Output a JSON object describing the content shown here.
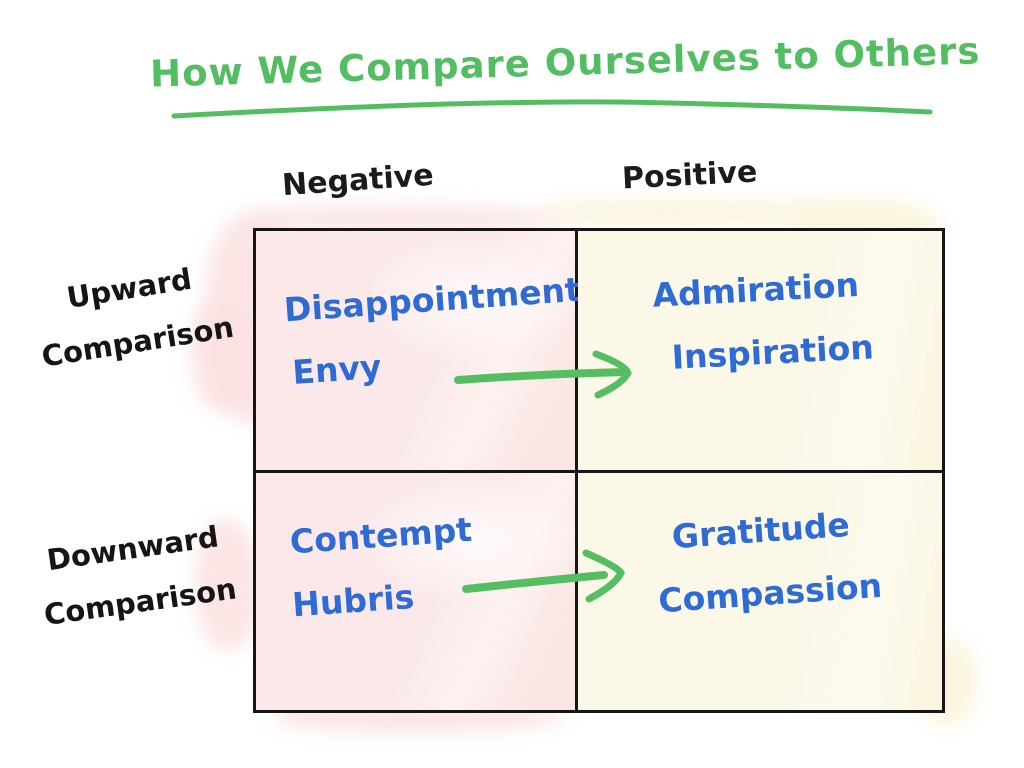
{
  "title": {
    "text": "How We Compare Ourselves to Others"
  },
  "colors": {
    "title_green": "#53bd62",
    "arrow_green": "#55bE63",
    "ink_black": "#161616",
    "cell_text_blue": "#2e6bd5",
    "pink_wash": "#fbe9ea",
    "cream_wash": "#fcf8e8"
  },
  "columns": [
    {
      "label": "Negative"
    },
    {
      "label": "Positive"
    }
  ],
  "rows": [
    {
      "line1": "Upward",
      "line2": "Comparison"
    },
    {
      "line1": "Downward",
      "line2": "Comparison"
    }
  ],
  "quadrants": {
    "upward_negative": {
      "line1": "Disappointment",
      "line2": "Envy"
    },
    "upward_positive": {
      "line1": "Admiration",
      "line2": "Inspiration"
    },
    "downward_negative": {
      "line1": "Contempt",
      "line2": "Hubris"
    },
    "downward_positive": {
      "line1": "Gratitude",
      "line2": "Compassion"
    }
  },
  "arrows": [
    {
      "row": "upward",
      "direction": "right"
    },
    {
      "row": "downward",
      "direction": "right"
    }
  ]
}
